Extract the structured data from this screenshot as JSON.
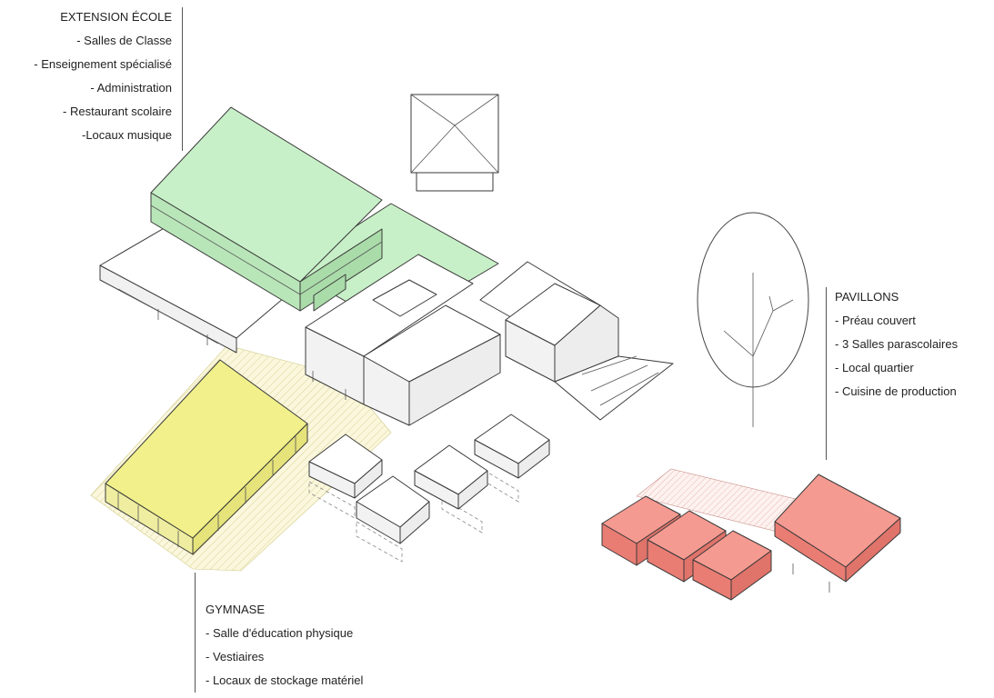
{
  "colors": {
    "school": "#c8f0c8",
    "school_side": "#b2e2b2",
    "gym": "#f1f08b",
    "gym_side": "#e2e06d",
    "gym_ground": "#f4f0c8",
    "pavilion": "#f59a91",
    "pavilion_side": "#ea7d73",
    "neutral": "#ffffff",
    "neutral_side": "#f2f2f2",
    "line": "#3a3a3a"
  },
  "legends": {
    "ecole": {
      "title": "EXTENSION ÉCOLE",
      "items": [
        "- Salles de Classe",
        "- Enseignement spécialisé",
        "- Administration",
        "- Restaurant scolaire",
        "-Locaux musique"
      ]
    },
    "pavillons": {
      "title": "PAVILLONS",
      "items": [
        "- Préau couvert",
        "- 3 Salles parascolaires",
        "- Local quartier",
        "- Cuisine de production"
      ]
    },
    "gymnase": {
      "title": "GYMNASE",
      "items": [
        "- Salle d'éducation physique",
        "- Vestiaires",
        "- Locaux de stockage matériel"
      ]
    }
  }
}
